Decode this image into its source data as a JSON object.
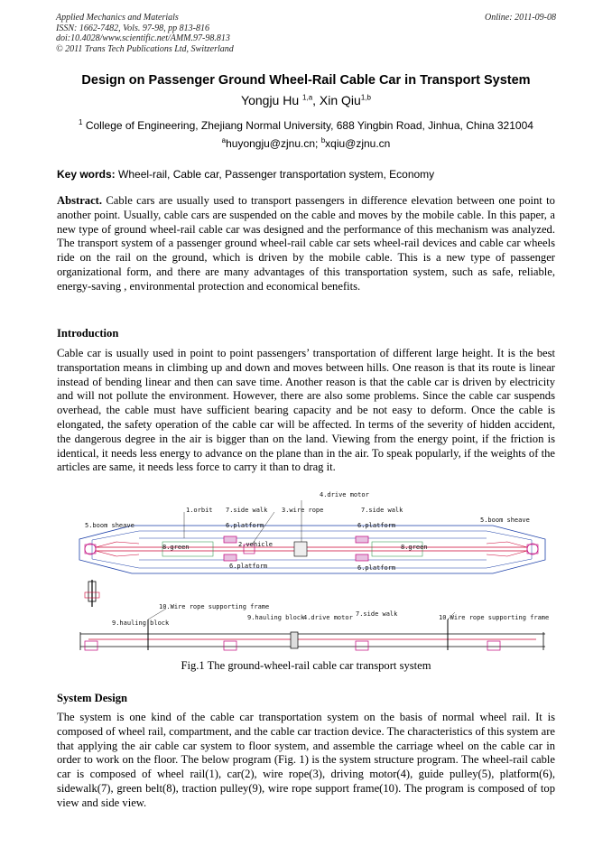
{
  "header": {
    "journal": "Applied Mechanics and Materials",
    "issn": "ISSN: 1662-7482, Vols. 97-98, pp 813-816",
    "doi": "doi:10.4028/www.scientific.net/AMM.97-98.813",
    "copyright": "© 2011 Trans Tech Publications Ltd, Switzerland",
    "online": "Online: 2011-09-08"
  },
  "paper": {
    "title": "Design on Passenger Ground Wheel-Rail Cable Car in Transport System",
    "author1": "Yongju Hu",
    "author1_sup": "1,a",
    "author_sep": ", ",
    "author2": "Xin Qiu",
    "author2_sup": "1,b",
    "affiliation_sup": "1",
    "affiliation": "College of Engineering, Zhejiang Normal University, 688 Yingbin Road, Jinhua, China 321004",
    "email_a_sup": "a",
    "email_a": "huyongju@zjnu.cn; ",
    "email_b_sup": "b",
    "email_b": "xqiu@zjnu.cn",
    "keywords_label": "Key words:",
    "keywords": "Wheel-rail, Cable car, Passenger transportation system, Economy",
    "abstract_label": "Abstract.",
    "abstract": "Cable cars are usually used to transport passengers in difference elevation between one point to another point. Usually, cable cars are suspended on the cable and moves by the mobile cable. In this paper, a new type of ground wheel-rail cable car was designed and the performance of this mechanism was analyzed. The transport system of a passenger ground wheel-rail cable car sets wheel-rail devices and cable car wheels ride on the rail on the ground, which is driven by the mobile cable. This is a new type of passenger organizational form, and there are many advantages of this transportation system, such as safe, reliable, energy-saving , environmental protection and economical benefits.",
    "intro_heading": "Introduction",
    "intro": "Cable car is usually used in point to point passengers’ transportation of different large height. It is the best transportation means in climbing up and down and moves between hills. One reason is that its route is linear instead of bending linear and then can save time. Another reason is that the cable car is driven by electricity and will not pollute the environment. However, there are also some problems. Since the cable car suspends overhead, the cable must have sufficient bearing capacity and be not easy to deform. Once the cable is elongated, the safety operation of the cable car will be affected. In terms of the severity of hidden accident, the dangerous degree in the air is bigger than on the land. Viewing from the energy point, if the friction is identical, it needs less energy to advance on the plane than in the air. To speak popularly, if the weights of the articles are same, it needs less force to carry it than to drag it.",
    "figure_caption": "Fig.1 The ground-wheel-rail cable car transport system",
    "system_heading": "System Design",
    "system": "The system is one kind of the cable car transportation system on the basis of normal wheel rail. It is composed of wheel rail, compartment, and the cable car traction device. The characteristics of this system are that applying the air cable car system to floor system, and assemble the carriage wheel on the cable car in order to work on the floor. The below program (Fig. 1) is the system structure program. The wheel-rail cable car is composed of wheel rail(1), car(2), wire rope(3), driving motor(4), guide pulley(5), platform(6), sidewalk(7), green belt(8), traction pulley(9), wire rope support frame(10). The program is composed of top view and side view."
  },
  "figure_labels": {
    "drive_motor_top": "4.drive motor",
    "orbit": "1.orbit",
    "side_walk_a": "7.side walk",
    "wire_rope": "3.wire rope",
    "side_walk_b": "7.side walk",
    "boom_sheave_left": "5.boom sheave",
    "boom_sheave_right": "5.boom sheave",
    "platform_top_left": "6.platform",
    "platform_top_right": "6.platform",
    "vehicle": "2.vehicle",
    "green_left": "8.green",
    "green_right": "8.green",
    "platform_bottom_left": "6.platform",
    "platform_bottom_right": "6.platform",
    "frame_left": "10.Wire rope supporting frame",
    "frame_right": "10.Wire rope supporting frame",
    "hauling_block_left": "9.hauling block",
    "hauling_block_mid": "9.hauling block",
    "drive_motor_side": "4.drive motor",
    "side_walk_side": "7.side walk"
  },
  "colors": {
    "track_outline": "#1a3ea8",
    "cable": "#cc0033",
    "platform": "#c0007a",
    "green_belt": "#1a8a3a"
  }
}
